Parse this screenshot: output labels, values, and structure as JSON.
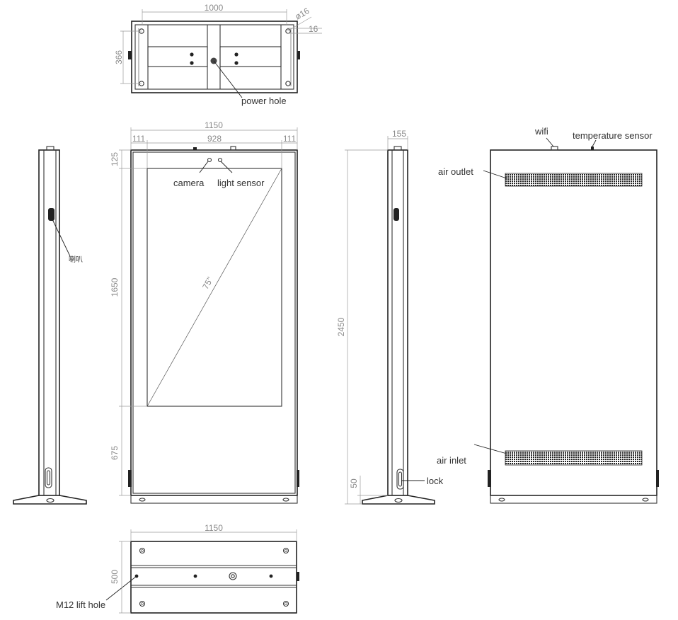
{
  "dimensions": {
    "top_width": "1000",
    "top_depth": "366",
    "hole_dia": "ø16",
    "hole_offset": "16",
    "front_width": "1150",
    "left_margin": "111",
    "screen_width": "928",
    "right_margin": "111",
    "top_margin": "125",
    "screen_height": "1650",
    "bottom_margin": "675",
    "diagonal": "75\"",
    "side_depth": "155",
    "total_height": "2450",
    "base_height": "50",
    "bottom_width": "1150",
    "bottom_depth": "500"
  },
  "labels": {
    "power_hole": "power hole",
    "camera": "camera",
    "light_sensor": "light sensor",
    "speaker": "喇叭",
    "wifi": "wifi",
    "temperature_sensor": "temperature sensor",
    "air_outlet": "air outlet",
    "air_inlet": "air inlet",
    "lock": "lock",
    "lift_hole": "M12 lift hole"
  },
  "colors": {
    "line": "#333333",
    "dimension": "#8a8a8a",
    "vent": "#222222"
  }
}
